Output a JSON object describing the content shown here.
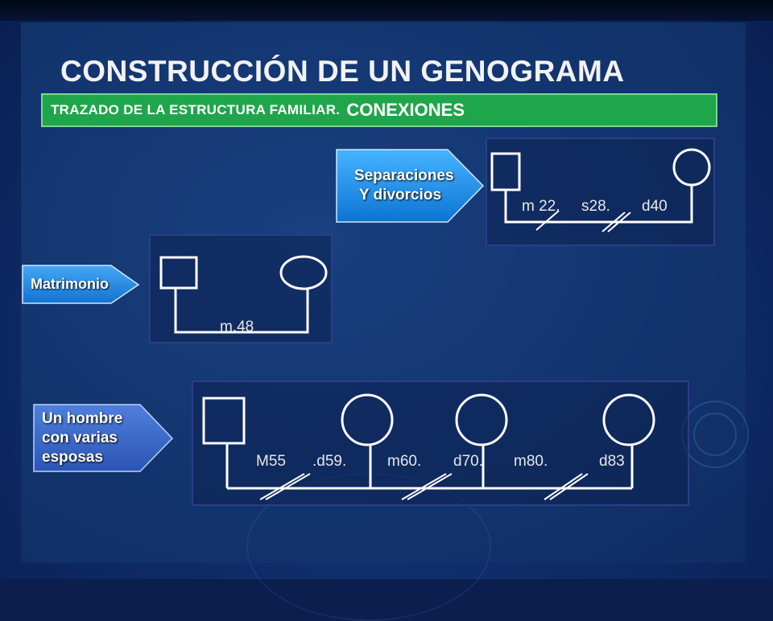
{
  "title": "CONSTRUCCIÓN DE UN GENOGRAMA",
  "banner": {
    "text_a": "TRAZADO DE LA ESTRUCTURA FAMILIAR.",
    "text_b": "CONEXIONES"
  },
  "colors": {
    "banner_green": "#1fa64a",
    "arrow_blue": "#1e8ee8",
    "arrow_pale": "#3a67c9",
    "line_white": "#ffffff"
  },
  "separaciones": {
    "arrow_line1": "Separaciones",
    "arrow_line2": "Y divorcios",
    "labels": [
      "m 22.",
      "s28.",
      "d40"
    ]
  },
  "matrimonio": {
    "arrow": "Matrimonio",
    "label": "m.48"
  },
  "varias_esposas": {
    "arrow_line1": "Un hombre",
    "arrow_line2": "con varias",
    "arrow_line3": "esposas",
    "labels": [
      "M55",
      ".d59.",
      "m60.",
      "d70.",
      "m80.",
      "d83"
    ]
  }
}
